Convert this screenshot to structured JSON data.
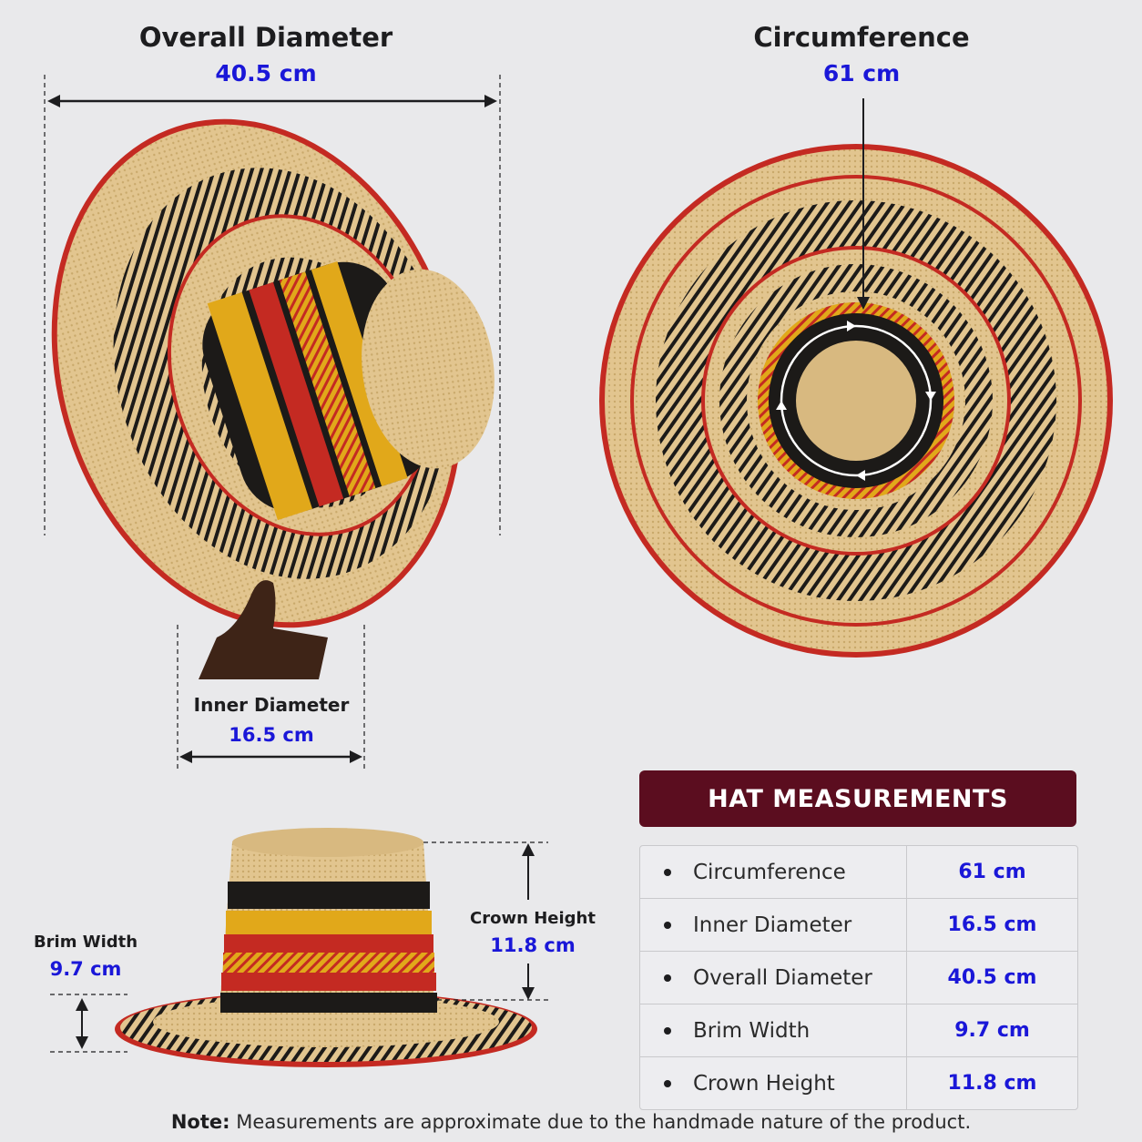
{
  "labels": {
    "overall_diameter": {
      "title": "Overall Diameter",
      "value": "40.5 cm"
    },
    "circumference": {
      "title": "Circumference",
      "value": "61 cm"
    },
    "inner_diameter": {
      "title": "Inner Diameter",
      "value": "16.5 cm"
    },
    "crown_height": {
      "title": "Crown Height",
      "value": "11.8 cm"
    },
    "brim_width": {
      "title": "Brim Width",
      "value": "9.7 cm"
    }
  },
  "table": {
    "header": "HAT MEASUREMENTS",
    "rows": [
      {
        "name": "Circumference",
        "value": "61 cm"
      },
      {
        "name": "Inner Diameter",
        "value": "16.5 cm"
      },
      {
        "name": "Overall Diameter",
        "value": "40.5 cm"
      },
      {
        "name": "Brim Width",
        "value": "9.7 cm"
      },
      {
        "name": "Crown Height",
        "value": "11.8 cm"
      }
    ]
  },
  "note": {
    "prefix": "Note:",
    "text": " Measurements are approximate due to the handmade nature of the product."
  },
  "colors": {
    "straw": "#e2c58f",
    "black_stripe": "#1c1a18",
    "red_stripe": "#c42a22",
    "yellow_stripe": "#e1a81a",
    "header_bg": "#5b0d1f",
    "value_blue": "#1a17d8"
  }
}
